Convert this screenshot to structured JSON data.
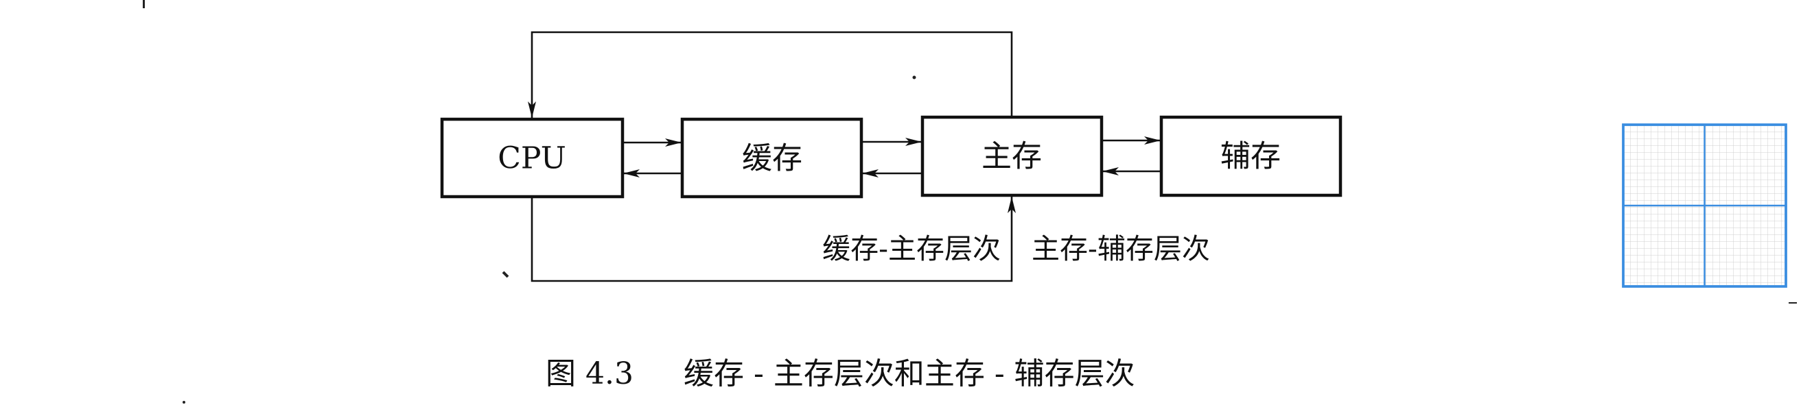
{
  "figure": {
    "boxes": {
      "cpu": "CPU",
      "cache": "缓存",
      "main_memory": "主存",
      "aux_memory": "辅存"
    },
    "levels": {
      "cache_main": "缓存-主存层次",
      "main_aux": "主存-辅存层次"
    },
    "caption": {
      "number": "图 4.3",
      "title": "缓存 - 主存层次和主存 - 辅存层次"
    }
  },
  "icons": {
    "grid": "grid-icon"
  },
  "colors": {
    "ink": "#111111",
    "grid_border": "#3a8de0",
    "grid_line": "#cfcfcf",
    "background": "#ffffff"
  }
}
